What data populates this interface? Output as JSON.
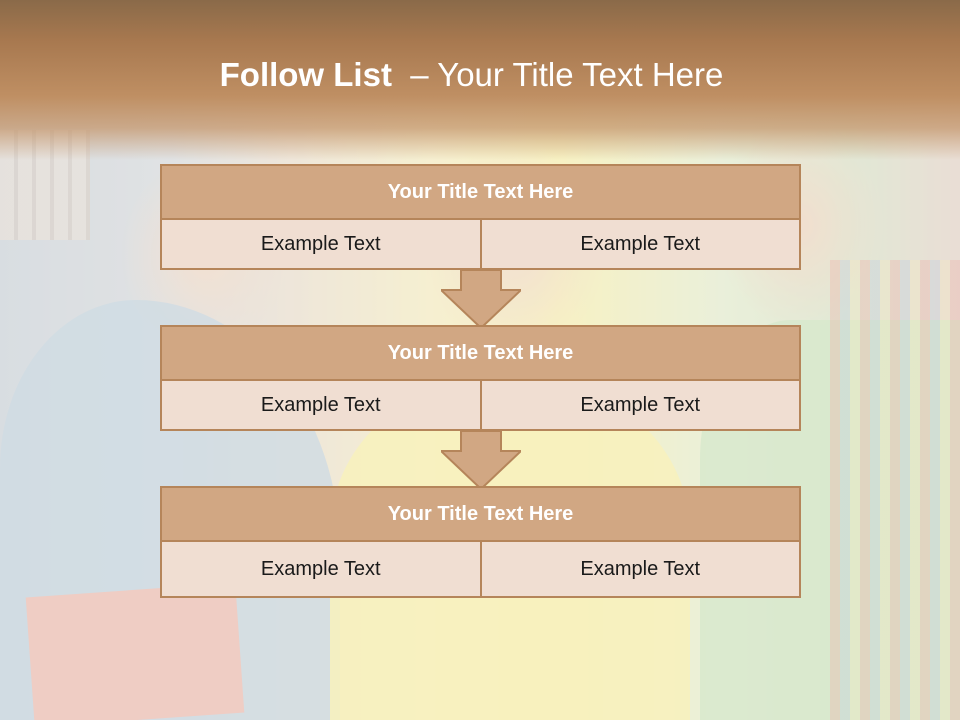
{
  "slide": {
    "title_bold": "Follow List",
    "title_rest": "  – Your Title Text Here"
  },
  "blocks": [
    {
      "title": "Your Title Text Here",
      "left": "Example Text",
      "right": "Example Text"
    },
    {
      "title": "Your Title Text Here",
      "left": "Example Text",
      "right": "Example Text"
    },
    {
      "title": "Your Title Text Here",
      "left": "Example Text",
      "right": "Example Text"
    }
  ],
  "colors": {
    "header": "#bf8f63",
    "block_title_fill": "#d1a783",
    "block_border": "#b5855a",
    "cell_fill": "#f0ded2",
    "arrow_fill": "#d1a783"
  }
}
